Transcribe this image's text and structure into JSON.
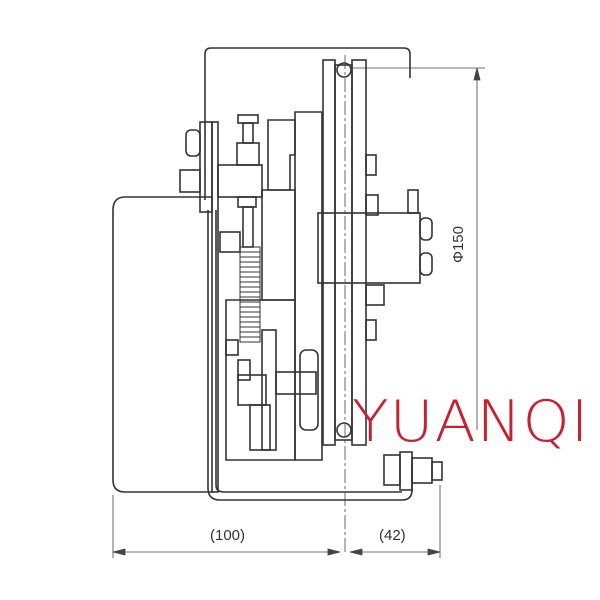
{
  "dimensions": {
    "width_left": "(100)",
    "width_right": "(42)",
    "diameter": "Φ150"
  },
  "watermark": "YUANQI",
  "colors": {
    "line": "#333333",
    "watermark": "#c8202e"
  }
}
